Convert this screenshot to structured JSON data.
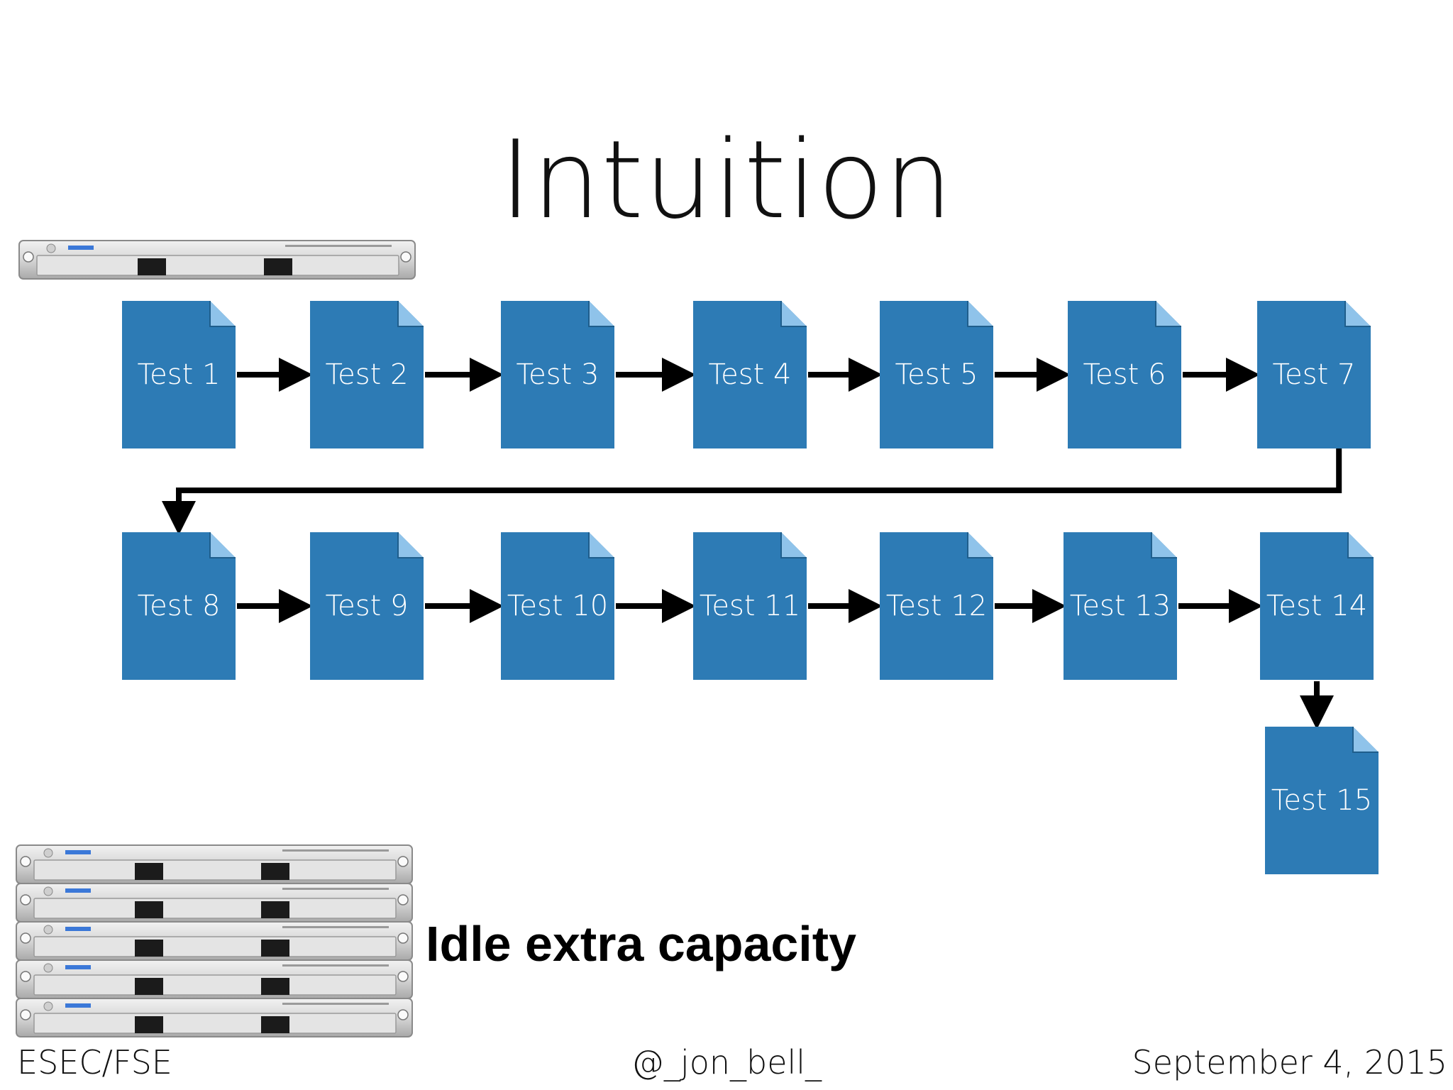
{
  "slide": {
    "title": "Intuition",
    "idle_label": "Idle extra capacity",
    "footer": {
      "left": "ESEC/FSE",
      "center": "@_jon_bell_",
      "right": "September 4, 2015"
    }
  },
  "tests": [
    "Test 1",
    "Test 2",
    "Test 3",
    "Test 4",
    "Test 5",
    "Test 6",
    "Test 7",
    "Test 8",
    "Test 9",
    "Test 10",
    "Test 11",
    "Test 12",
    "Test 13",
    "Test 14",
    "Test 15"
  ],
  "colors": {
    "doc_fill": "#2d7bb5",
    "doc_fold": "#8fc3ea",
    "arrow": "#000000"
  },
  "icons": {
    "test_file": "document-icon",
    "server": "rack-server-icon"
  }
}
